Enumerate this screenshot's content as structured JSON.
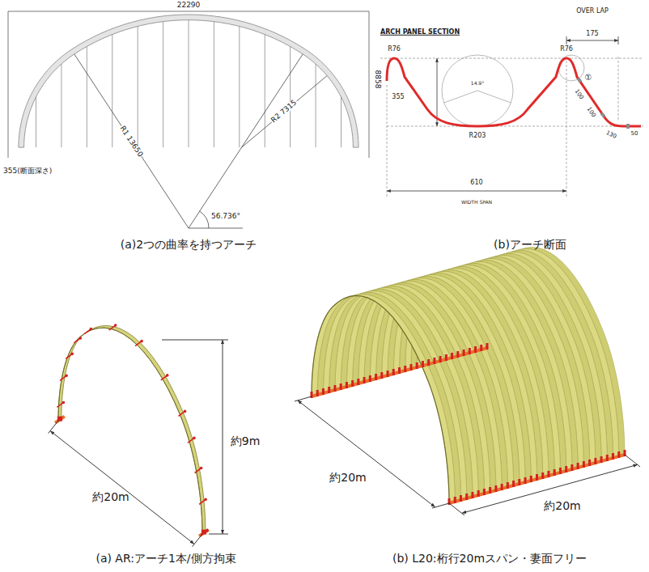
{
  "diagram": {
    "labels": [
      "22290",
      "8858",
      "R1 13650",
      "R2 7315",
      "56.736°",
      "355(断面深さ)",
      "(a)2つの曲率を持つアーチ",
      "ARCH PANEL SECTION",
      "OVER LAP",
      "175",
      "①",
      "R76",
      "R76",
      "355",
      "14.9°",
      "R203",
      "100",
      "100",
      "130",
      "50",
      "610",
      "WIDTH SPAN",
      "(b)アーチ断面",
      "約20m",
      "約9m",
      "(a) AR:アーチ1本/側方拘束",
      "約20m",
      "約20m",
      "(b) L20:桁行20mスパン・妻面フリー"
    ]
  }
}
